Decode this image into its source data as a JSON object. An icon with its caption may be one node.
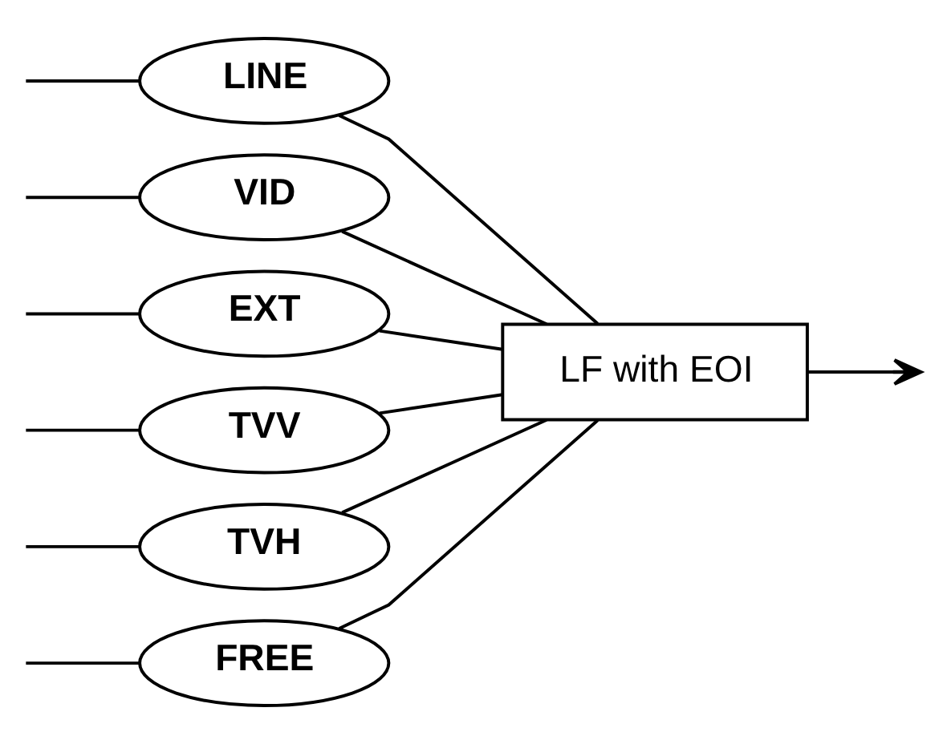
{
  "diagram": {
    "nodes": [
      {
        "text": [
          "FREE"
        ]
      },
      {
        "text": [
          "LINE"
        ]
      },
      {
        "text": [
          "VID"
        ]
      },
      {
        "text": [
          "EXT"
        ]
      },
      {
        "text": [
          "TVV"
        ]
      },
      {
        "text": [
          "TVH"
        ]
      },
      {
        "text": [
          "LF with EOI"
        ]
      }
    ],
    "edges": [
      {
        "from": null,
        "to": 0,
        "arrow": "none"
      },
      {
        "from": null,
        "to": 1,
        "arrow": "none"
      },
      {
        "from": null,
        "to": 2,
        "arrow": "none"
      },
      {
        "from": null,
        "to": 3,
        "arrow": "none"
      },
      {
        "from": null,
        "to": 4,
        "arrow": "none"
      },
      {
        "from": null,
        "to": 5,
        "arrow": "none"
      },
      {
        "from": 0,
        "to": 6,
        "arrow": "none"
      },
      {
        "from": 1,
        "to": 6,
        "arrow": "none"
      },
      {
        "from": 2,
        "to": 6,
        "arrow": "none"
      },
      {
        "from": 3,
        "to": 6,
        "arrow": "none"
      },
      {
        "from": 4,
        "to": 6,
        "arrow": "none"
      },
      {
        "from": 5,
        "to": 6,
        "arrow": "none"
      },
      {
        "from": 6,
        "to": null,
        "arrow": "to"
      }
    ]
  }
}
